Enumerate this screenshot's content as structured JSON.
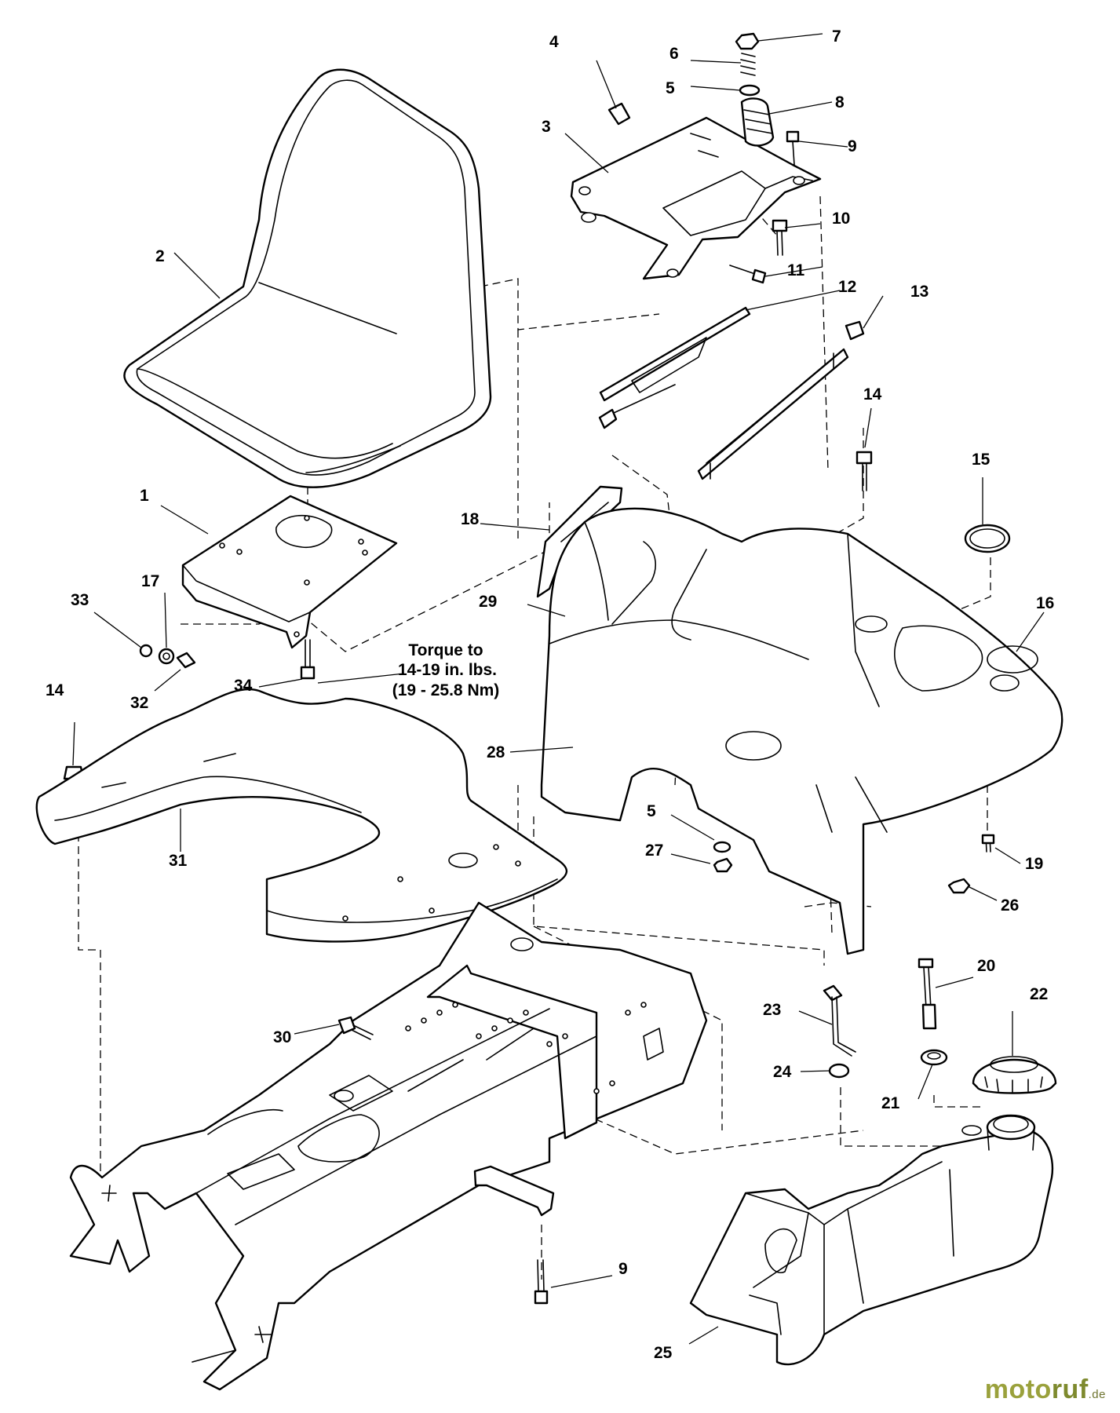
{
  "callouts": {
    "c1": "1",
    "c2": "2",
    "c3": "3",
    "c4": "4",
    "c5a": "5",
    "c5b": "5",
    "c6": "6",
    "c7": "7",
    "c8": "8",
    "c9a": "9",
    "c9b": "9",
    "c10": "10",
    "c11": "11",
    "c12": "12",
    "c13": "13",
    "c14a": "14",
    "c14b": "14",
    "c15": "15",
    "c16": "16",
    "c17": "17",
    "c18": "18",
    "c19": "19",
    "c20": "20",
    "c21": "21",
    "c22": "22",
    "c23": "23",
    "c24": "24",
    "c25": "25",
    "c26": "26",
    "c27": "27",
    "c28": "28",
    "c29": "29",
    "c30": "30",
    "c31": "31",
    "c32": "32",
    "c33": "33",
    "c34": "34"
  },
  "torque_note": {
    "line1": "Torque to",
    "line2": "14-19 in. lbs.",
    "line3": "(19 - 25.8 Nm)"
  },
  "watermark": {
    "part1": "moto",
    "part2": "ruf",
    "suffix": ".de"
  }
}
